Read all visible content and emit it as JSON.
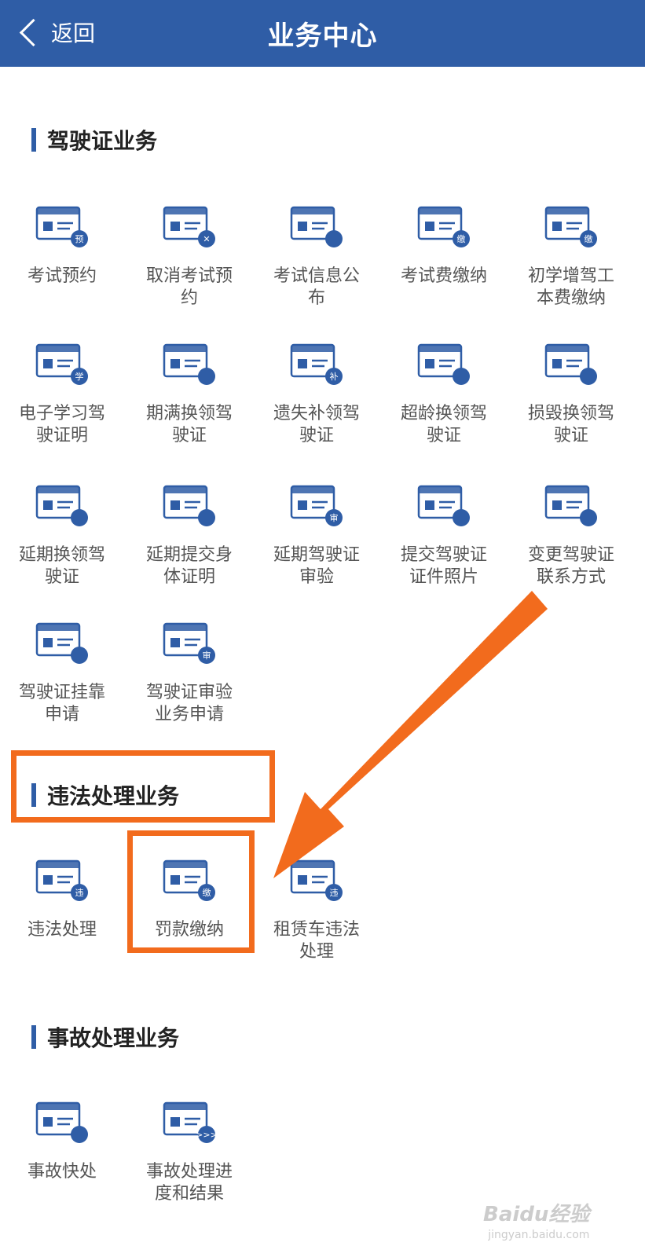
{
  "header": {
    "back_label": "返回",
    "title": "业务中心"
  },
  "sections": [
    {
      "title": "驾驶证业务"
    },
    {
      "title": "违法处理业务"
    },
    {
      "title": "事故处理业务"
    }
  ],
  "license_items": [
    {
      "label": "考试预约",
      "icon": "exam-appointment-icon",
      "badge": "预"
    },
    {
      "label": "取消考试预约",
      "icon": "cancel-calendar-icon",
      "badge": "✕"
    },
    {
      "label": "考试信息公布",
      "icon": "exam-announcement-icon",
      "badge": ""
    },
    {
      "label": "考试费缴纳",
      "icon": "exam-fee-card-icon",
      "badge": "缴"
    },
    {
      "label": "初学增驾工本费缴纳",
      "icon": "id-card-fee-icon",
      "badge": "缴"
    },
    {
      "label": "电子学习驾驶证明",
      "icon": "learner-certificate-icon",
      "badge": "学"
    },
    {
      "label": "期满换领驾驶证",
      "icon": "license-renewal-icon",
      "badge": ""
    },
    {
      "label": "遗失补领驾驶证",
      "icon": "license-replacement-icon",
      "badge": "补"
    },
    {
      "label": "超龄换领驾驶证",
      "icon": "overage-renewal-icon",
      "badge": ""
    },
    {
      "label": "损毁换领驾驶证",
      "icon": "damaged-license-icon",
      "badge": ""
    },
    {
      "label": "延期换领驾驶证",
      "icon": "deferred-renewal-icon",
      "badge": ""
    },
    {
      "label": "延期提交身体证明",
      "icon": "deferred-health-cert-icon",
      "badge": ""
    },
    {
      "label": "延期驾驶证审验",
      "icon": "deferred-review-icon",
      "badge": "审"
    },
    {
      "label": "提交驾驶证证件照片",
      "icon": "upload-photo-icon",
      "badge": ""
    },
    {
      "label": "变更驾驶证联系方式",
      "icon": "change-contact-icon",
      "badge": ""
    },
    {
      "label": "驾驶证挂靠申请",
      "icon": "affiliation-application-icon",
      "badge": ""
    },
    {
      "label": "驾驶证审验业务申请",
      "icon": "review-application-icon",
      "badge": "审"
    }
  ],
  "violation_items": [
    {
      "label": "违法处理",
      "icon": "car-violation-icon",
      "badge": "违"
    },
    {
      "label": "罚款缴纳",
      "icon": "fine-payment-icon",
      "badge": "缴"
    },
    {
      "label": "租赁车违法处理",
      "icon": "rental-car-violation-icon",
      "badge": "违"
    }
  ],
  "accident_items": [
    {
      "label": "事故快处",
      "icon": "accident-quick-icon",
      "badge": ""
    },
    {
      "label": "事故处理进度和结果",
      "icon": "accident-progress-icon",
      "badge": ">>>"
    }
  ],
  "watermark": {
    "line1": "Baidu经验",
    "line2": "jingyan.baidu.com"
  },
  "colors": {
    "header": "#2f5da6",
    "icon_blue": "#2f5da6",
    "highlight": "#f26b1d"
  }
}
